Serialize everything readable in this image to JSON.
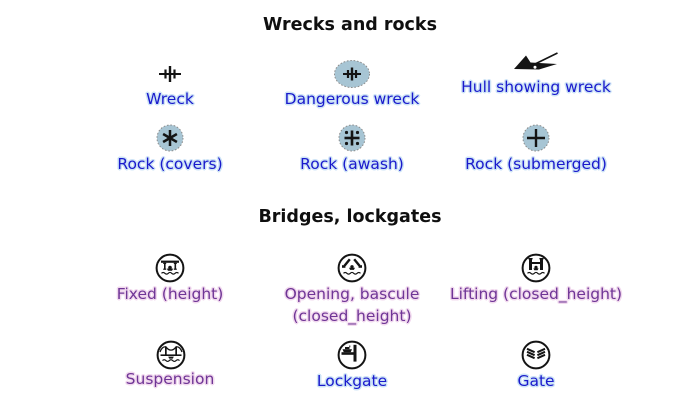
{
  "sections": [
    {
      "title": "Wrecks and rocks",
      "rows": [
        {
          "items": [
            {
              "icon": "wreck-icon",
              "label": "Wreck",
              "color": "blue"
            },
            {
              "icon": "dangerous-wreck-icon",
              "label": "Dangerous wreck",
              "color": "blue"
            },
            {
              "icon": "hull-showing-wreck-icon",
              "label": "Hull showing wreck",
              "color": "blue"
            }
          ]
        },
        {
          "items": [
            {
              "icon": "rock-covers-icon",
              "label": "Rock (covers)",
              "color": "blue"
            },
            {
              "icon": "rock-awash-icon",
              "label": "Rock (awash)",
              "color": "blue"
            },
            {
              "icon": "rock-submerged-icon",
              "label": "Rock (submerged)",
              "color": "blue"
            }
          ]
        }
      ]
    },
    {
      "title": "Bridges, lockgates",
      "rows": [
        {
          "items": [
            {
              "icon": "fixed-bridge-icon",
              "label": "Fixed (height)",
              "color": "purple"
            },
            {
              "icon": "bascule-bridge-icon",
              "label": "Opening, bascule (closed_height)",
              "color": "purple"
            },
            {
              "icon": "lifting-bridge-icon",
              "label": "Lifting (closed_height)",
              "color": "purple"
            }
          ]
        },
        {
          "items": [
            {
              "icon": "suspension-bridge-icon",
              "label": "Suspension",
              "color": "purple"
            },
            {
              "icon": "lockgate-icon",
              "label": "Lockgate",
              "color": "blue"
            },
            {
              "icon": "gate-icon",
              "label": "Gate",
              "color": "blue"
            }
          ]
        }
      ]
    }
  ],
  "colors": {
    "background": "#ffffff",
    "title_color": "#0f0f0f",
    "label_blue": "#1a1acc",
    "halo_blue": "#cde3f6",
    "label_purple": "#6f3596",
    "halo_purple": "#f1d9ee",
    "symbol_fill": "#a7c5d4",
    "symbol_dot_border": "#8d8d8d",
    "icon_black": "#141414"
  }
}
